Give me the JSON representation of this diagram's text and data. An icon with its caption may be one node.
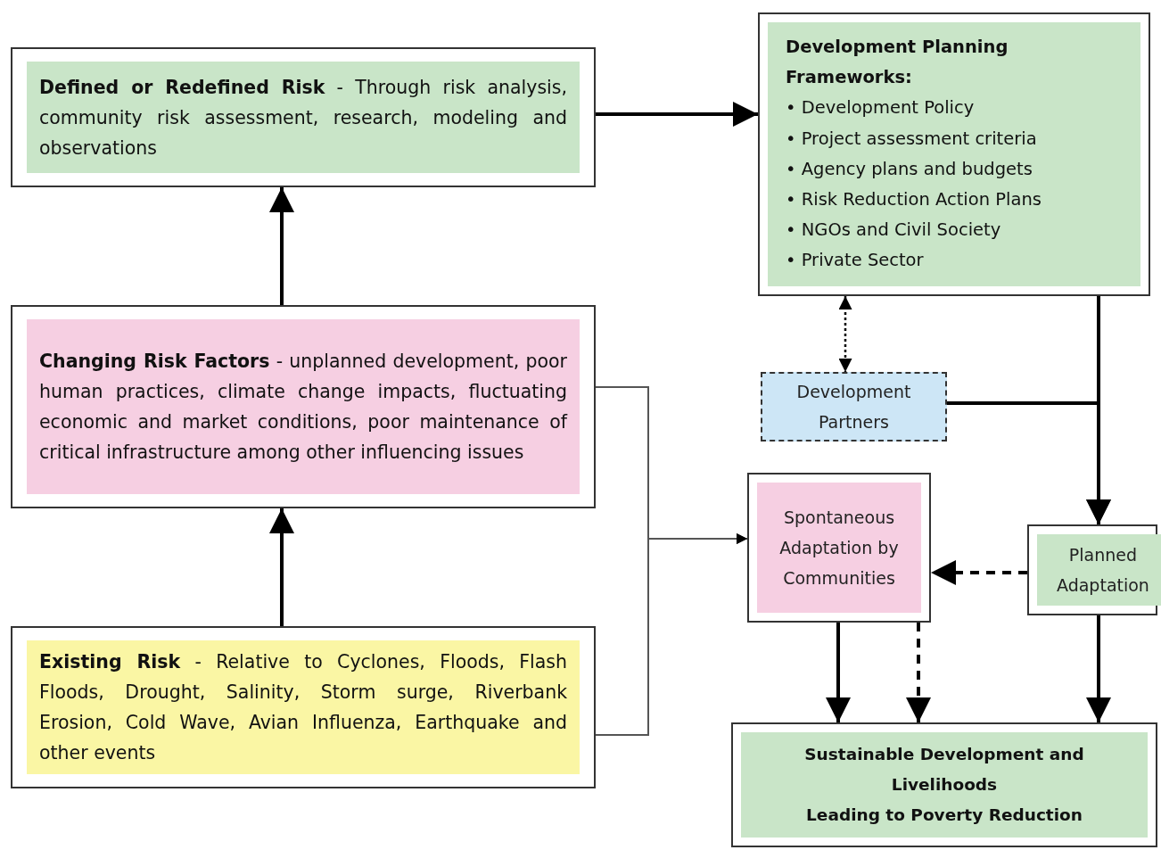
{
  "diagram": {
    "nodes": [
      {
        "text": [
          "**Defined or Redefined Risk** - Through risk analysis, community risk assessment, research, modeling and observations"
        ]
      },
      {
        "text": [
          "Development Planning Frameworks:",
          "• Development Policy",
          "• Project assessment criteria",
          "• Agency plans and budgets",
          "• Risk Reduction Action Plans",
          "• NGOs and Civil Society",
          "• Private Sector"
        ]
      },
      {
        "text": [
          "**Changing Risk Factors** - unplanned development, poor human practices, climate change impacts, fluctuating economic and market conditions, poor maintenance of critical infrastructure among other influencing issues"
        ]
      },
      {
        "text": [
          "Development Partners"
        ]
      },
      {
        "text": [
          "Spontaneous Adaptation by Communities"
        ]
      },
      {
        "text": [
          "Planned Adaptation"
        ]
      },
      {
        "text": [
          "**Existing Risk** - Relative to Cyclones, Floods, Flash Floods, Drought, Salinity, Storm surge, Riverbank Erosion, Cold Wave, Avian Influenza, Earthquake and other events"
        ]
      },
      {
        "text": [
          "Sustainable Development and Livelihoods",
          "Leading to Poverty Reduction"
        ]
      }
    ],
    "edges": [
      {
        "from": 0,
        "to": 1,
        "arrow": "to"
      },
      {
        "from": 2,
        "to": 0,
        "arrow": "to"
      },
      {
        "from": 6,
        "to": 2,
        "arrow": "to"
      },
      {
        "from": 1,
        "to": 3,
        "arrow": "both",
        "style": "dashed"
      },
      {
        "from": 1,
        "to": 5,
        "arrow": "to"
      },
      {
        "from": 3,
        "to": 5,
        "arrow": "to"
      },
      {
        "from": 2,
        "to": 4,
        "arrow": "to",
        "color": "#555555"
      },
      {
        "from": 6,
        "to": 4,
        "arrow": "to",
        "color": "#555555"
      },
      {
        "from": 5,
        "to": 4,
        "arrow": "to",
        "style": "dashed"
      },
      {
        "from": 4,
        "to": 7,
        "arrow": "to"
      },
      {
        "from": 4,
        "to": 7,
        "arrow": "to",
        "style": "dashed"
      },
      {
        "from": 5,
        "to": 7,
        "arrow": "to"
      }
    ]
  }
}
